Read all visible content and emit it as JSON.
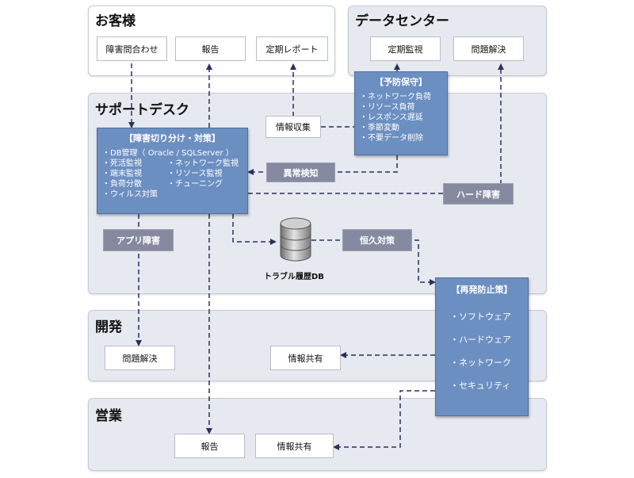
{
  "customer": {
    "title": "お客様",
    "boxes": [
      "障害問合わせ",
      "報告",
      "定期レポート"
    ]
  },
  "datacenter": {
    "title": "データセンター",
    "boxes": [
      "定期監視",
      "問題解決"
    ]
  },
  "preventive": {
    "title": "【予防保守】",
    "items": [
      "・ネットワーク負荷",
      "・リソース負荷",
      "・レスポンス遅延",
      "・季節変動",
      "・不要データ削除"
    ]
  },
  "support": {
    "title": "サポートデスク",
    "info_collect": "情報収集",
    "anomaly": "異常検知",
    "hardware_fault": "ハード障害",
    "app_fault": "アプリ障害",
    "permanent_fix": "恒久対策",
    "db_label": "トラブル履歴DB"
  },
  "triage": {
    "title": "【障害切り分け・対策】",
    "items_full": [
      "・DB管理（ Oracle / SQLServer ）"
    ],
    "items_left": [
      "・死活監視",
      "・端末監視",
      "・負荷分散",
      "・ウィルス対策"
    ],
    "items_right": [
      "・ネットワーク監視",
      "・リソース監視",
      "・チューニング"
    ]
  },
  "recurrence": {
    "title": "【再発防止策】",
    "items": [
      "・ソフトウェア",
      "・ハードウェア",
      "・ネットワーク",
      "・セキュリティ"
    ]
  },
  "development": {
    "title": "開発",
    "boxes": [
      "問題解決",
      "情報共有"
    ]
  },
  "sales": {
    "title": "営業",
    "boxes": [
      "報告",
      "情報共有"
    ]
  },
  "colors": {
    "panel": "#e6e9ef",
    "blue_box": "#6c8fc2",
    "gray_box": "#858aa0",
    "line": "#2a3060"
  }
}
